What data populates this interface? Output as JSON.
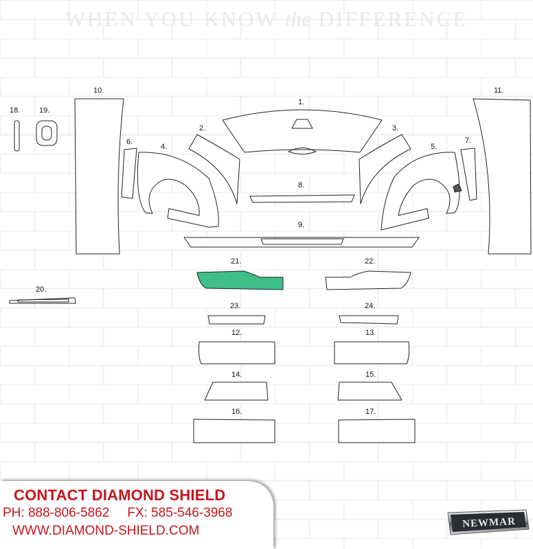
{
  "header": {
    "title_start": "WHEN YOU KNOW ",
    "title_italic": "the",
    "title_end": " DIFFERENCE"
  },
  "diagram": {
    "highlight_color": "#3dbf86",
    "outline_color": "#222222",
    "highlighted_part": "21.",
    "parts": [
      {
        "id": "1",
        "label": "1."
      },
      {
        "id": "2",
        "label": "2."
      },
      {
        "id": "3",
        "label": "3."
      },
      {
        "id": "4",
        "label": "4."
      },
      {
        "id": "5",
        "label": "5."
      },
      {
        "id": "6",
        "label": "6."
      },
      {
        "id": "7",
        "label": "7."
      },
      {
        "id": "8",
        "label": "8."
      },
      {
        "id": "9",
        "label": "9."
      },
      {
        "id": "10",
        "label": "10."
      },
      {
        "id": "11",
        "label": "11."
      },
      {
        "id": "12",
        "label": "12."
      },
      {
        "id": "13",
        "label": "13."
      },
      {
        "id": "14",
        "label": "14."
      },
      {
        "id": "15",
        "label": "15."
      },
      {
        "id": "16",
        "label": "16."
      },
      {
        "id": "17",
        "label": "17."
      },
      {
        "id": "18",
        "label": "18."
      },
      {
        "id": "19",
        "label": "19."
      },
      {
        "id": "20",
        "label": "20."
      },
      {
        "id": "21",
        "label": "21."
      },
      {
        "id": "22",
        "label": "22."
      },
      {
        "id": "23",
        "label": "23."
      },
      {
        "id": "24",
        "label": "24."
      }
    ]
  },
  "contact": {
    "heading": "CONTACT DIAMOND SHIELD",
    "phone": "PH: 888-806-5862",
    "fax": "FX: 585-546-3968",
    "website": "WWW.DIAMOND-SHIELD.COM",
    "accent_color": "#c4161c"
  },
  "logo": {
    "text": "NEWMAR"
  }
}
